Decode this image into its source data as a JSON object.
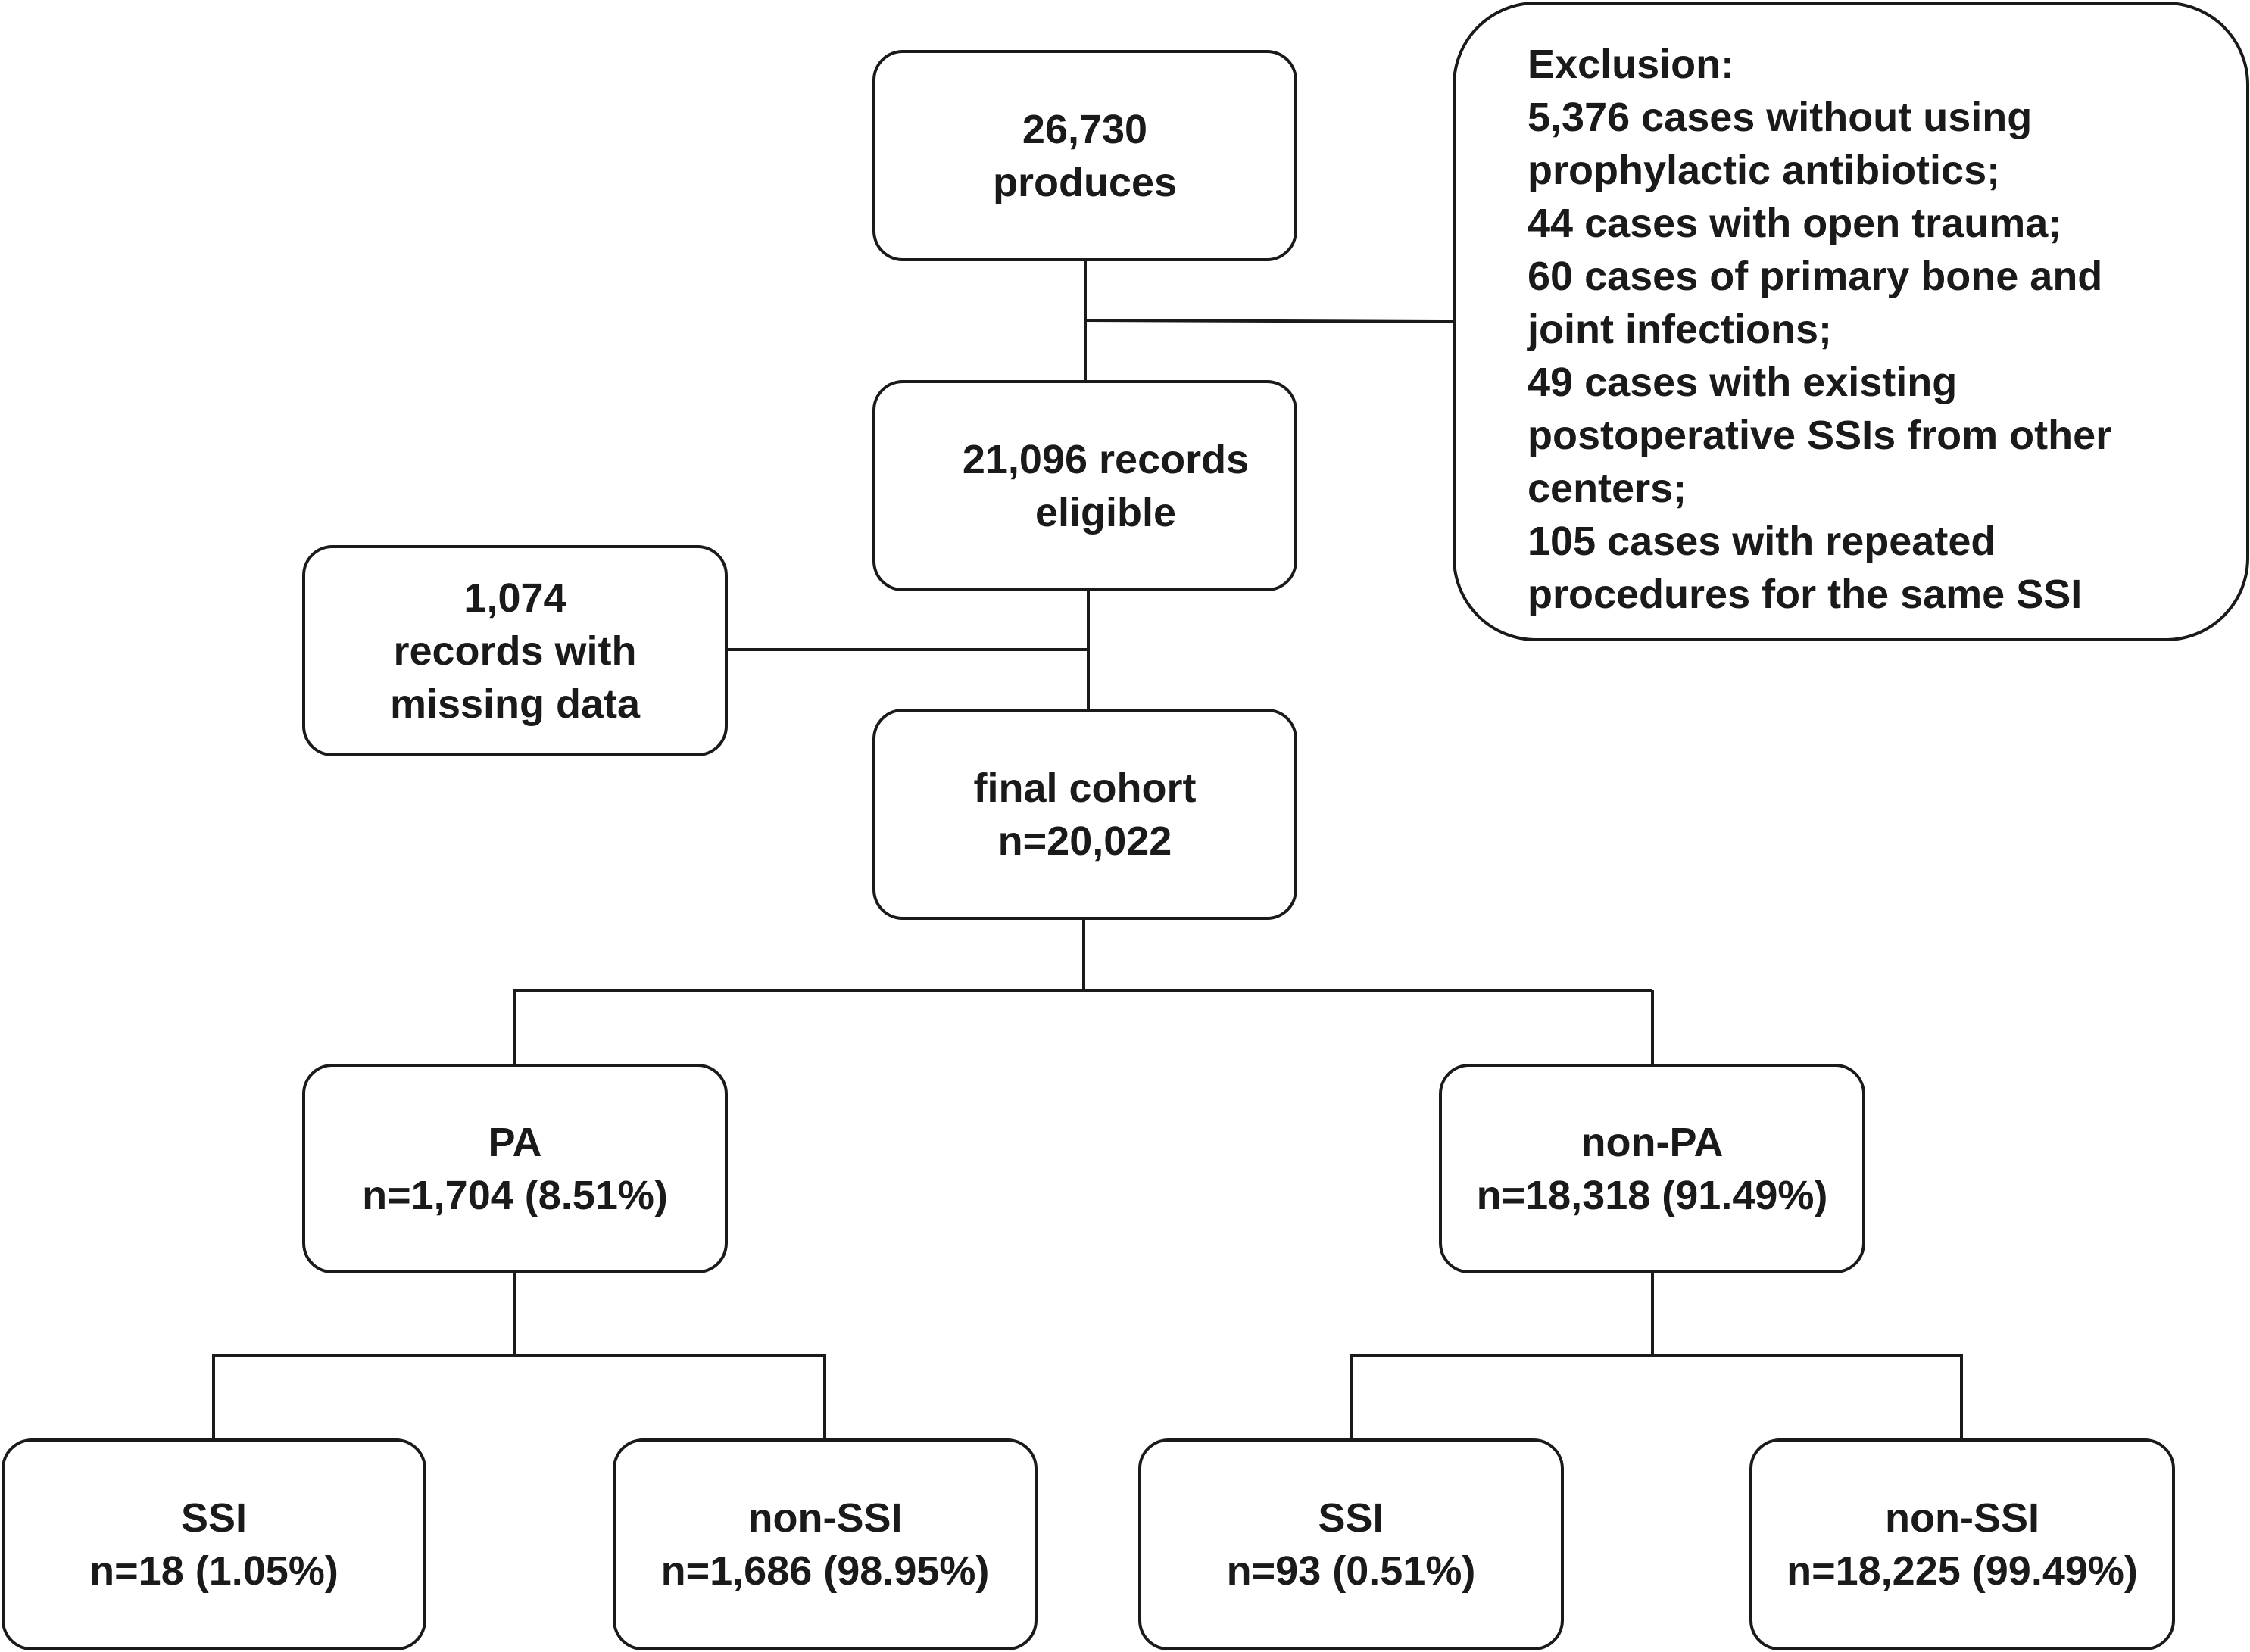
{
  "start": {
    "line1": "26,730",
    "line2": "produces"
  },
  "exclusion": {
    "lines": [
      "Exclusion:",
      "5,376 cases without using",
      "prophylactic antibiotics;",
      "44 cases with open trauma;",
      "60 cases of primary bone and",
      "joint infections;",
      "49 cases with existing",
      "postoperative SSIs from other",
      "centers;",
      "105 cases with repeated",
      "procedures for the same SSI"
    ]
  },
  "eligible": {
    "line1": "21,096 records",
    "line2": "eligible"
  },
  "missing": {
    "line1": "1,074",
    "line2": "records with",
    "line3": "missing data"
  },
  "final_cohort": {
    "line1": "final cohort",
    "line2": "n=20,022"
  },
  "pa": {
    "line1": "PA",
    "line2": "n=1,704 (8.51%)"
  },
  "non_pa": {
    "line1": "non-PA",
    "line2": "n=18,318 (91.49%)"
  },
  "pa_ssi": {
    "line1": "SSI",
    "line2": "n=18 (1.05%)"
  },
  "pa_non_ssi": {
    "line1": "non-SSI",
    "line2": "n=1,686 (98.95%)"
  },
  "non_pa_ssi": {
    "line1": "SSI",
    "line2": "n=93 (0.51%)"
  },
  "non_pa_non_ssi": {
    "line1": "non-SSI",
    "line2": "n=18,225 (99.49%)"
  }
}
